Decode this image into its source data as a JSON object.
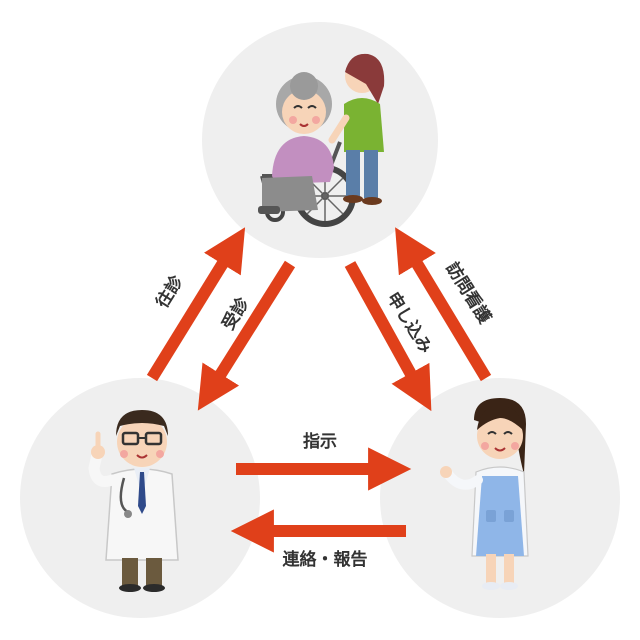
{
  "diagram": {
    "nodes": [
      {
        "id": "patient",
        "figure": "elderly-woman-in-wheelchair-with-caregiver"
      },
      {
        "id": "doctor",
        "figure": "doctor-with-stethoscope"
      },
      {
        "id": "nurse",
        "figure": "visiting-nurse"
      }
    ],
    "edges": [
      {
        "from": "doctor",
        "to": "patient",
        "label": "往診"
      },
      {
        "from": "patient",
        "to": "doctor",
        "label": "受診"
      },
      {
        "from": "patient",
        "to": "nurse",
        "label": "申し込み"
      },
      {
        "from": "nurse",
        "to": "patient",
        "label": "訪問看護"
      },
      {
        "from": "doctor",
        "to": "nurse",
        "label": "指示"
      },
      {
        "from": "nurse",
        "to": "doctor",
        "label": "連絡・報告"
      }
    ]
  },
  "colors": {
    "arrow": "#e0401a",
    "circle": "#efefef",
    "label_text": "#333333"
  }
}
